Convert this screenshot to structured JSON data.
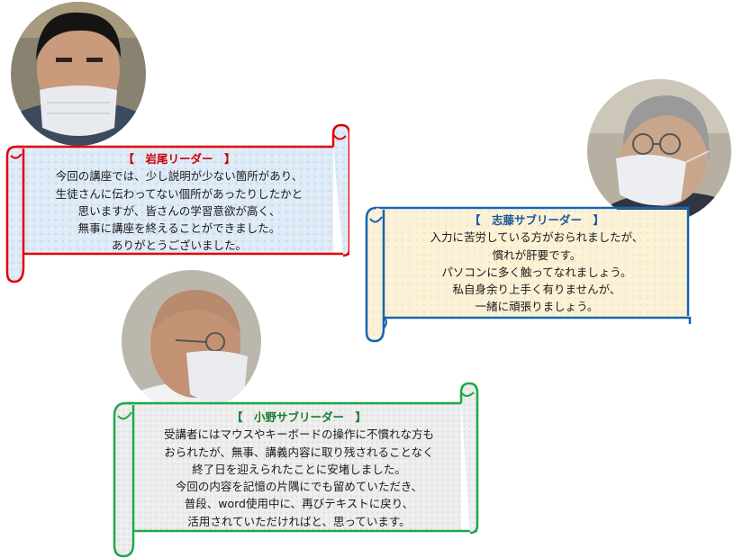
{
  "scrolls": [
    {
      "title": "【　岩尾リーダー　】",
      "title_color": "#cc0000",
      "border_color": "#e00000",
      "fill_color": "#dde9f7",
      "lines": [
        "今回の講座では、少し説明が少ない箇所があり、",
        "生徒さんに伝わってない個所があったりしたかと",
        "思いますが、皆さんの学習意欲が高く、",
        "無事に講座を終えることができました。",
        "ありがとうございました。"
      ]
    },
    {
      "title": "【　志藤サブリーダー　】",
      "title_color": "#1a5a9a",
      "border_color": "#1565b0",
      "fill_color": "#fbf1d8",
      "lines": [
        "入力に苦労している方がおられましたが、",
        "慣れが肝要です。",
        "パソコンに多く触ってなれましょう。",
        "私自身余り上手く有りませんが、",
        "一緒に頑張りましょう。"
      ]
    },
    {
      "title": "【　小野サブリーダー　】",
      "title_color": "#1e7a30",
      "border_color": "#1ea84a",
      "fill_color": "#ececec",
      "lines": [
        "受講者にはマウスやキーボードの操作に不慣れな方も",
        "おられたが、無事、講義内容に取り残されることなく",
        "終了日を迎えられたことに安堵しました。",
        "今回の内容を記憶の片隅にでも留めていただき、",
        "普段、word使用中に、再びテキストに戻り、",
        "活用されていただければと、思っています。"
      ]
    }
  ]
}
